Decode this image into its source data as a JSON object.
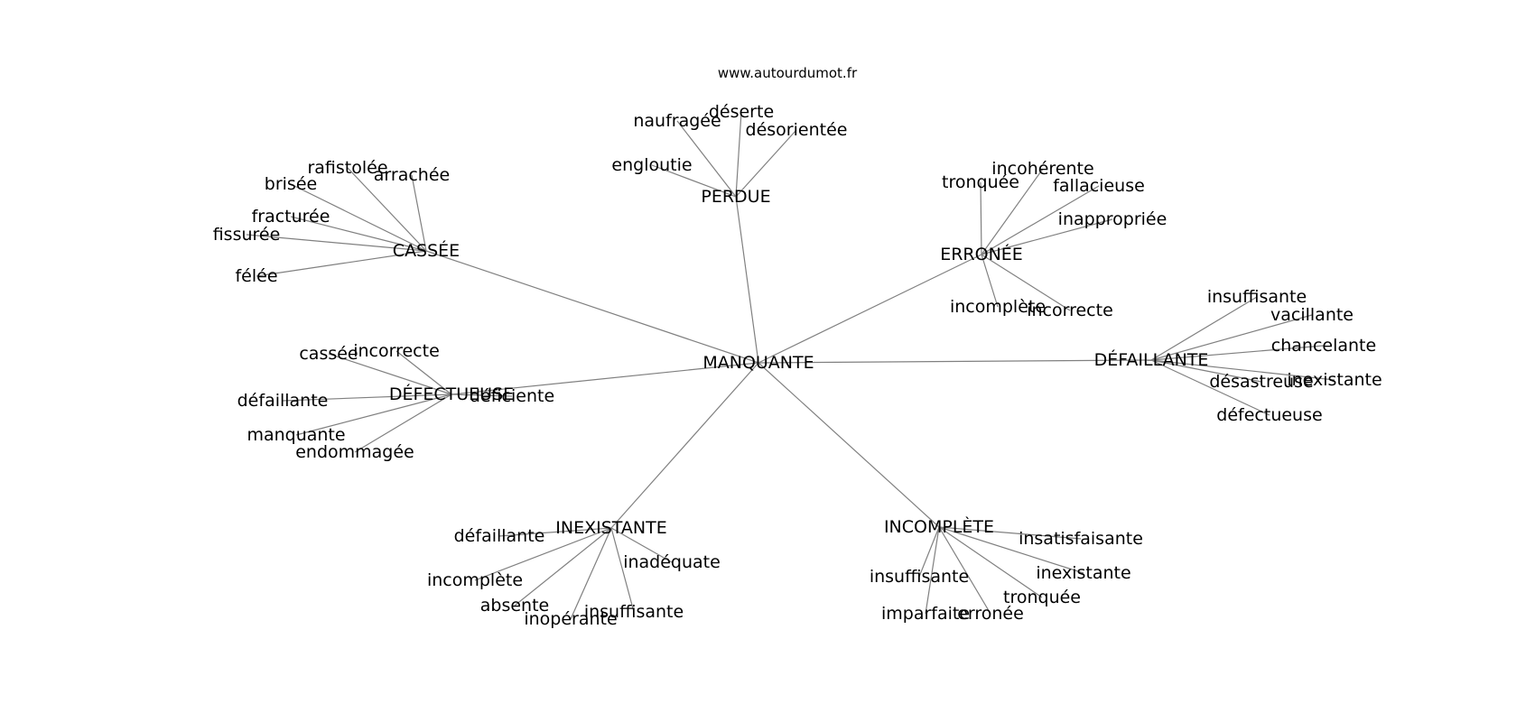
{
  "watermark": "www.autourdumot.fr",
  "center": "MANQUANTE",
  "clusters": [
    {
      "hub": "PERDUE",
      "leaves": [
        "naufragée",
        "déserte",
        "désorientée",
        "engloutie"
      ]
    },
    {
      "hub": "CASSÉE",
      "leaves": [
        "rafistolée",
        "brisée",
        "arrachée",
        "fracturée",
        "fissurée",
        "félée"
      ]
    },
    {
      "hub": "ERRONÉE",
      "leaves": [
        "incohérente",
        "tronquée",
        "fallacieuse",
        "inappropriée",
        "incomplète",
        "incorrecte"
      ]
    },
    {
      "hub": "DÉFECTUEUSE",
      "leaves": [
        "cassée",
        "incorrecte",
        "défaillante",
        "déficiente",
        "manquante",
        "endommagée"
      ]
    },
    {
      "hub": "DÉFAILLANTE",
      "leaves": [
        "insuffisante",
        "vacillante",
        "chancelante",
        "désastreuse",
        "inexistante",
        "défectueuse"
      ]
    },
    {
      "hub": "INEXISTANTE",
      "leaves": [
        "défaillante",
        "inadéquate",
        "incomplète",
        "absente",
        "insuffisante",
        "inopérante"
      ]
    },
    {
      "hub": "INCOMPLÈTE",
      "leaves": [
        "insatisfaisante",
        "inexistante",
        "insuffisante",
        "tronquée",
        "imparfaite",
        "erronée"
      ]
    }
  ]
}
